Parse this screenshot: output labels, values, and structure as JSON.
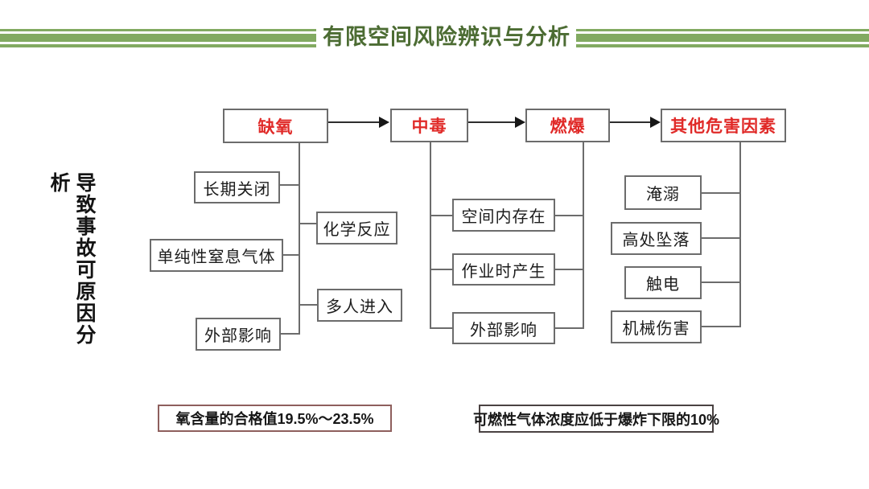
{
  "header": {
    "title": "有限空间风险辨识与分析"
  },
  "side_label": "导致事故可原因分析",
  "diagram": {
    "top_causes": [
      "缺氧",
      "中毒",
      "燃爆",
      "其他危害因素"
    ],
    "oxygen_deficiency_causes": [
      "长期关闭",
      "化学反应",
      "单纯性窒息气体",
      "多人进入",
      "外部影响"
    ],
    "poisoning_explosion_causes": [
      "空间内存在",
      "作业时产生",
      "外部影响"
    ],
    "other_hazard_factors": [
      "淹溺",
      "高处坠落",
      "触电",
      "机械伤害"
    ],
    "notes": [
      "氧含量的合格值19.5%～23.5%",
      "可燃性气体浓度应低于爆炸下限的10%"
    ]
  },
  "colors": {
    "title_green": "#4c6c33",
    "stripe_green": "#82aa61",
    "accent_red": "#e02a28",
    "line_gray": "#6c6c6c",
    "note_left_border": "#8e5f5d",
    "note_right_border": "#4a4242"
  }
}
